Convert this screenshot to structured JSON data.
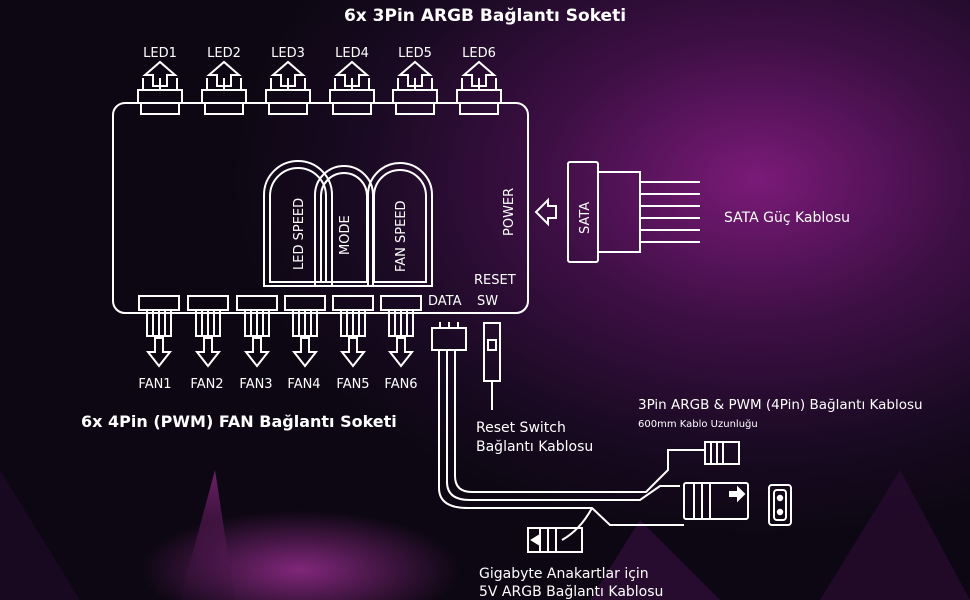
{
  "title_top": "6x 3Pin ARGB Bağlantı Soketi",
  "led_labels": [
    "LED1",
    "LED2",
    "LED3",
    "LED4",
    "LED5",
    "LED6"
  ],
  "fan_labels": [
    "FAN1",
    "FAN2",
    "FAN3",
    "FAN4",
    "FAN5",
    "FAN6"
  ],
  "buttons": [
    "LED SPEED",
    "MODE",
    "FAN SPEED"
  ],
  "power_label": "POWER",
  "sata_label": "SATA",
  "sata_cable_label": "SATA Güç Kablosu",
  "reset_label_line1": "RESET",
  "reset_label_line2": "SW",
  "data_label": "DATA",
  "fan_title": "6x 4Pin (PWM) FAN Bağlantı Soketi",
  "reset_cable_line1": "Reset Switch",
  "reset_cable_line2": "Bağlantı Kablosu",
  "argb_pwm_cable": "3Pin ARGB & PWM (4Pin) Bağlantı Kablosu",
  "cable_length": "600mm Kablo Uzunluğu",
  "gigabyte_line1": "Gigabyte Anakartlar için",
  "gigabyte_line2": "5V ARGB Bağlantı Kablosu"
}
